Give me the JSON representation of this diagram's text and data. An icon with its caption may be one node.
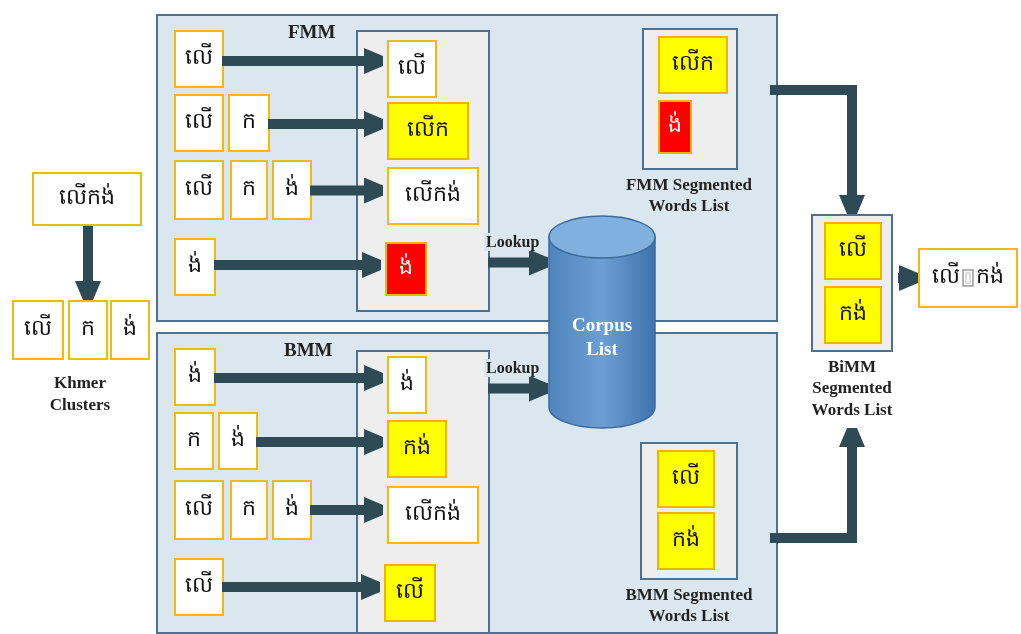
{
  "diagram": {
    "nodes": [
      {
        "text": [
          "លើកង់"
        ]
      },
      {
        "text": [
          "លើ"
        ]
      },
      {
        "text": [
          "ក"
        ]
      },
      {
        "text": [
          "ង់"
        ]
      },
      {
        "text": [
          "FMM"
        ]
      },
      {
        "text": [
          "លើ"
        ],
        "in": 4
      },
      {
        "text": [
          "លើ"
        ],
        "in": 4
      },
      {
        "text": [
          "ក"
        ],
        "in": 4
      },
      {
        "text": [
          "លើ"
        ],
        "in": 4
      },
      {
        "text": [
          "ក"
        ],
        "in": 4
      },
      {
        "text": [
          "ង់"
        ],
        "in": 4
      },
      {
        "text": [
          "ង់"
        ],
        "in": 4
      },
      {
        "text": [],
        "shape": "box",
        "in": 4
      },
      {
        "text": [
          "លើ"
        ],
        "in": 12
      },
      {
        "text": [
          "លើក"
        ],
        "in": 12
      },
      {
        "text": [
          "លើកង់"
        ],
        "in": 12
      },
      {
        "text": [
          "ង់"
        ],
        "in": 12
      },
      {
        "text": [
          "FMM Segmented Words List"
        ],
        "in": 4
      },
      {
        "text": [
          "លើក"
        ],
        "in": 17
      },
      {
        "text": [
          "ង់"
        ],
        "in": 17
      },
      {
        "text": [
          "Corpus List"
        ]
      },
      {
        "text": [
          "BMM"
        ]
      },
      {
        "text": [
          "ង់"
        ],
        "in": 21
      },
      {
        "text": [
          "ក"
        ],
        "in": 21
      },
      {
        "text": [
          "ង់"
        ],
        "in": 21
      },
      {
        "text": [
          "លើ"
        ],
        "in": 21
      },
      {
        "text": [
          "ក"
        ],
        "in": 21
      },
      {
        "text": [
          "ង់"
        ],
        "in": 21
      },
      {
        "text": [
          "លើ"
        ],
        "in": 21
      },
      {
        "text": [],
        "shape": "box",
        "in": 21
      },
      {
        "text": [
          "ង់"
        ],
        "in": 29
      },
      {
        "text": [
          "កង់"
        ],
        "in": 29
      },
      {
        "text": [
          "លើកង់"
        ],
        "in": 29
      },
      {
        "text": [
          "លើ"
        ],
        "in": 29
      },
      {
        "text": [
          "BMM Segmented Words List"
        ],
        "in": 21
      },
      {
        "text": [
          "លើ"
        ],
        "in": 34
      },
      {
        "text": [
          "កង់"
        ],
        "in": 34
      },
      {
        "text": [
          "BiMM Segmented Words List"
        ]
      },
      {
        "text": [
          "លើ"
        ],
        "in": 37
      },
      {
        "text": [
          "កង់"
        ],
        "in": 37
      },
      {
        "text": [
          "លើ",
          "កង់"
        ]
      }
    ],
    "edges": [
      {
        "from": 0,
        "to": 2,
        "arrow": "to"
      },
      {
        "from": 5,
        "to": 13,
        "arrow": "to"
      },
      {
        "from": 7,
        "to": 14,
        "arrow": "to"
      },
      {
        "from": 10,
        "to": 15,
        "arrow": "to"
      },
      {
        "from": 11,
        "to": 16,
        "arrow": "to"
      },
      {
        "from": 12,
        "to": 20,
        "arrow": "to",
        "label": "Lookup"
      },
      {
        "from": 22,
        "to": 30,
        "arrow": "to"
      },
      {
        "from": 24,
        "to": 31,
        "arrow": "to"
      },
      {
        "from": 27,
        "to": 32,
        "arrow": "to"
      },
      {
        "from": 28,
        "to": 33,
        "arrow": "to"
      },
      {
        "from": 29,
        "to": 20,
        "arrow": "to",
        "label": "Lookup"
      },
      {
        "from": 17,
        "to": 37,
        "arrow": "to"
      },
      {
        "from": 34,
        "to": 37,
        "arrow": "to"
      },
      {
        "from": 37,
        "to": 40,
        "arrow": "to"
      }
    ],
    "labels": [
      "Khmer Clusters"
    ]
  }
}
